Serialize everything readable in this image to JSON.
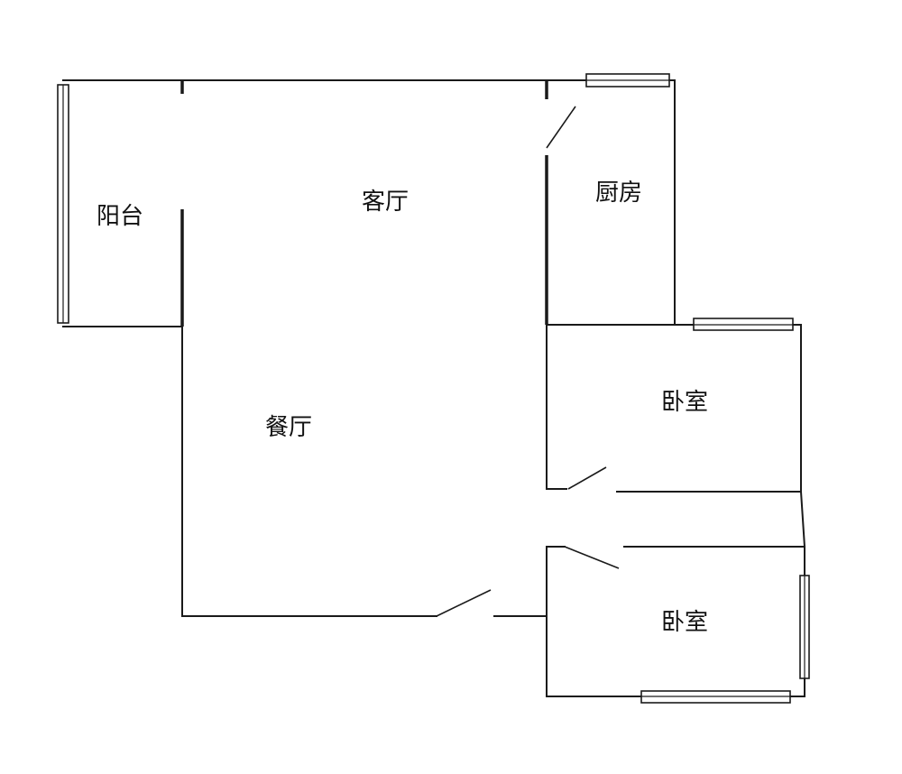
{
  "rooms": {
    "balcony": "阳台",
    "living_room": "客厅",
    "kitchen": "厨房",
    "dining_room": "餐厅",
    "bedroom_upper": "卧室",
    "bedroom_lower": "卧室"
  }
}
